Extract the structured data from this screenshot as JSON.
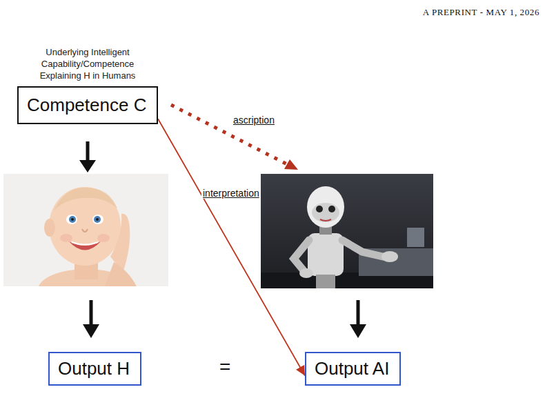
{
  "diagram": {
    "nodes": [
      {
        "text": [
          "Underlying Intelligent Capability/Competence Explaining H in Humans",
          "Competence C"
        ]
      },
      {
        "text": [
          "Output H"
        ]
      },
      {
        "text": [
          "Output AI"
        ]
      }
    ],
    "edges": [
      {
        "from": 0,
        "to": 2,
        "label": "interpretation",
        "arrow": "to"
      }
    ],
    "labels": [
      "A PREPRINT - MAY 1, 2026",
      "ascription",
      "="
    ]
  }
}
